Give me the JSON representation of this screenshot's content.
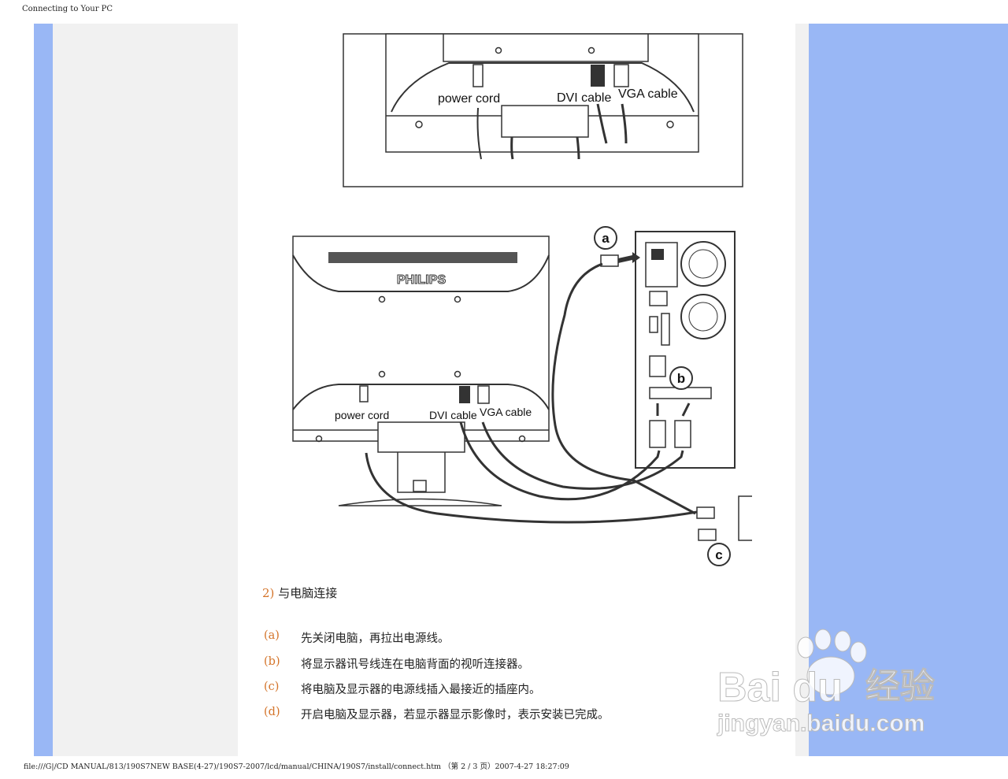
{
  "page": {
    "header": "Connecting to Your PC",
    "footer": "file:///G|/CD MANUAL/813/190S7NEW BASE(4-27)/190S7-2007/lcd/manual/CHINA/190S7/install/connect.htm （第 2 / 3 页）2007-4-27 18:27:09"
  },
  "figure_top": {
    "labels": {
      "power": "power cord",
      "dvi": "DVI cable",
      "vga": "VGA cable"
    }
  },
  "figure_main": {
    "brand": "PHILIPS",
    "labels": {
      "power": "power cord",
      "dvi": "DVI cable",
      "vga": "VGA cable"
    },
    "callouts": {
      "a": "a",
      "b": "b",
      "c": "c"
    }
  },
  "section": {
    "number": "2)",
    "title": "与电脑连接"
  },
  "steps": [
    {
      "label": "(a)",
      "text": "先关闭电脑，再拉出电源线。"
    },
    {
      "label": "(b)",
      "text": "将显示器讯号线连在电脑背面的视听连接器。"
    },
    {
      "label": "(c)",
      "text": "将电脑及显示器的电源线插入最接近的插座内。"
    },
    {
      "label": "(d)",
      "text": "开启电脑及显示器，若显示器显示影像时，表示安装已完成。"
    }
  ],
  "watermark": {
    "brand": "Bai du",
    "cn": "经验",
    "url": "jingyan.baidu.com"
  }
}
